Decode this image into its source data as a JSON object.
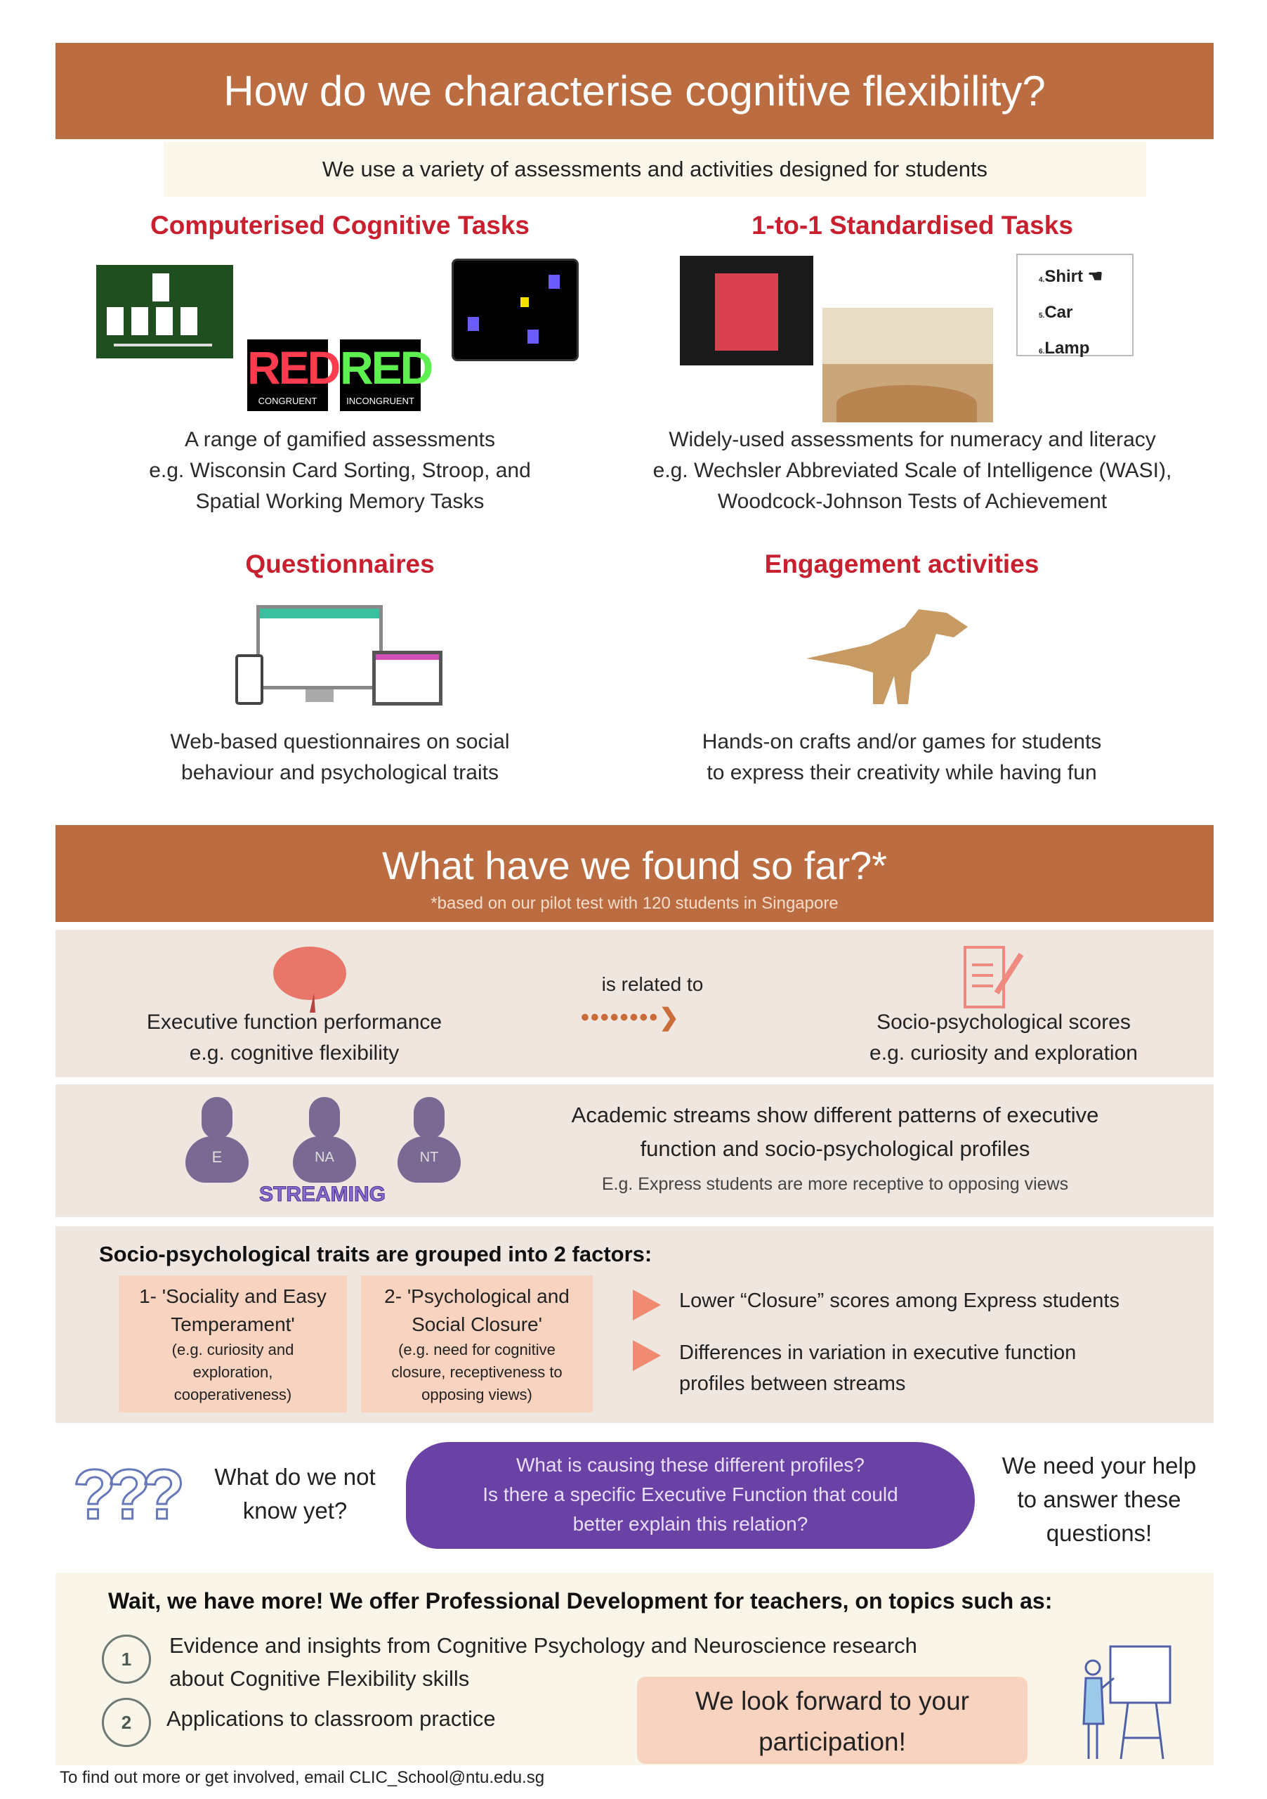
{
  "section1": {
    "title": "How do we characterise cognitive flexibility?",
    "subtitle": "We use a variety of assessments and activities designed for students"
  },
  "cards": [
    {
      "heading": "Computerised Cognitive Tasks",
      "lines": [
        "A range of gamified assessments",
        "e.g. Wisconsin Card Sorting, Stroop, and",
        "Spatial Working Memory Tasks"
      ],
      "stroop": [
        "RED",
        "CONGRUENT",
        "RED",
        "INCONGRUENT"
      ]
    },
    {
      "heading": "1-to-1 Standardised Tasks",
      "lines": [
        "Widely-used assessments for numeracy and literacy",
        "e.g. Wechsler Abbreviated Scale of Intelligence (WASI),",
        "Woodcock-Johnson Tests of Achievement"
      ],
      "wordlist": [
        "Shirt",
        "Car",
        "Lamp"
      ],
      "wordnums": [
        "4.",
        "5.",
        "6."
      ]
    },
    {
      "heading": "Questionnaires",
      "lines": [
        "Web-based questionnaires on social",
        "behaviour and psychological traits"
      ]
    },
    {
      "heading": "Engagement activities",
      "lines": [
        "Hands-on crafts and/or games for students",
        "to express their creativity while having fun"
      ]
    }
  ],
  "section2": {
    "title": "What have we found so far?*",
    "note": "*based on our pilot test with 120 students in Singapore"
  },
  "finding1": {
    "left": [
      "Executive function performance",
      "e.g. cognitive flexibility"
    ],
    "middle": "is related to",
    "right": [
      "Socio-psychological scores",
      "e.g. curiosity and exploration"
    ]
  },
  "finding2": {
    "streams": [
      "E",
      "NA",
      "NT"
    ],
    "label": "STREAMING",
    "text": [
      "Academic streams show different patterns of executive",
      "function and socio-psychological profiles"
    ],
    "example": "E.g. Express students are more receptive to opposing views"
  },
  "finding3": {
    "title": "Socio-psychological traits are grouped into 2 factors:",
    "factors": [
      {
        "name": [
          "1- 'Sociality and Easy",
          "Temperament'"
        ],
        "examples": [
          "(e.g. curiosity and",
          "exploration,",
          "cooperativeness)"
        ]
      },
      {
        "name": [
          "2- 'Psychological and",
          "Social Closure'"
        ],
        "examples": [
          "(e.g. need for cognitive",
          "closure, receptiveness to",
          "opposing views)"
        ]
      }
    ],
    "points": [
      "Lower “Closure” scores among Express students",
      "Differences in variation in executive function profiles between streams"
    ]
  },
  "unknown": {
    "question": [
      "What do we not",
      "know yet?"
    ],
    "bubble": [
      "What is causing these different profiles?",
      "Is there a specific Executive Function that could",
      "better explain this relation?"
    ],
    "help": [
      "We need your help",
      "to answer these",
      "questions!"
    ]
  },
  "pd": {
    "title": "Wait, we have more! We offer Professional Development for teachers, on topics such as:",
    "items": [
      {
        "num": "1",
        "text": [
          "Evidence and insights from Cognitive Psychology and Neuroscience research",
          "about Cognitive Flexibility skills"
        ]
      },
      {
        "num": "2",
        "text": [
          "Applications to classroom practice"
        ]
      }
    ],
    "cta": [
      "We look forward to your",
      "participation!"
    ]
  },
  "footer": "To find out more or get involved, email CLIC_School@ntu.edu.sg",
  "colors": {
    "band": "#bb6c40",
    "heading": "#c8202f",
    "panel": "#efe6e0",
    "purple": "#6a42a5",
    "factor": "#f8d3c0"
  }
}
